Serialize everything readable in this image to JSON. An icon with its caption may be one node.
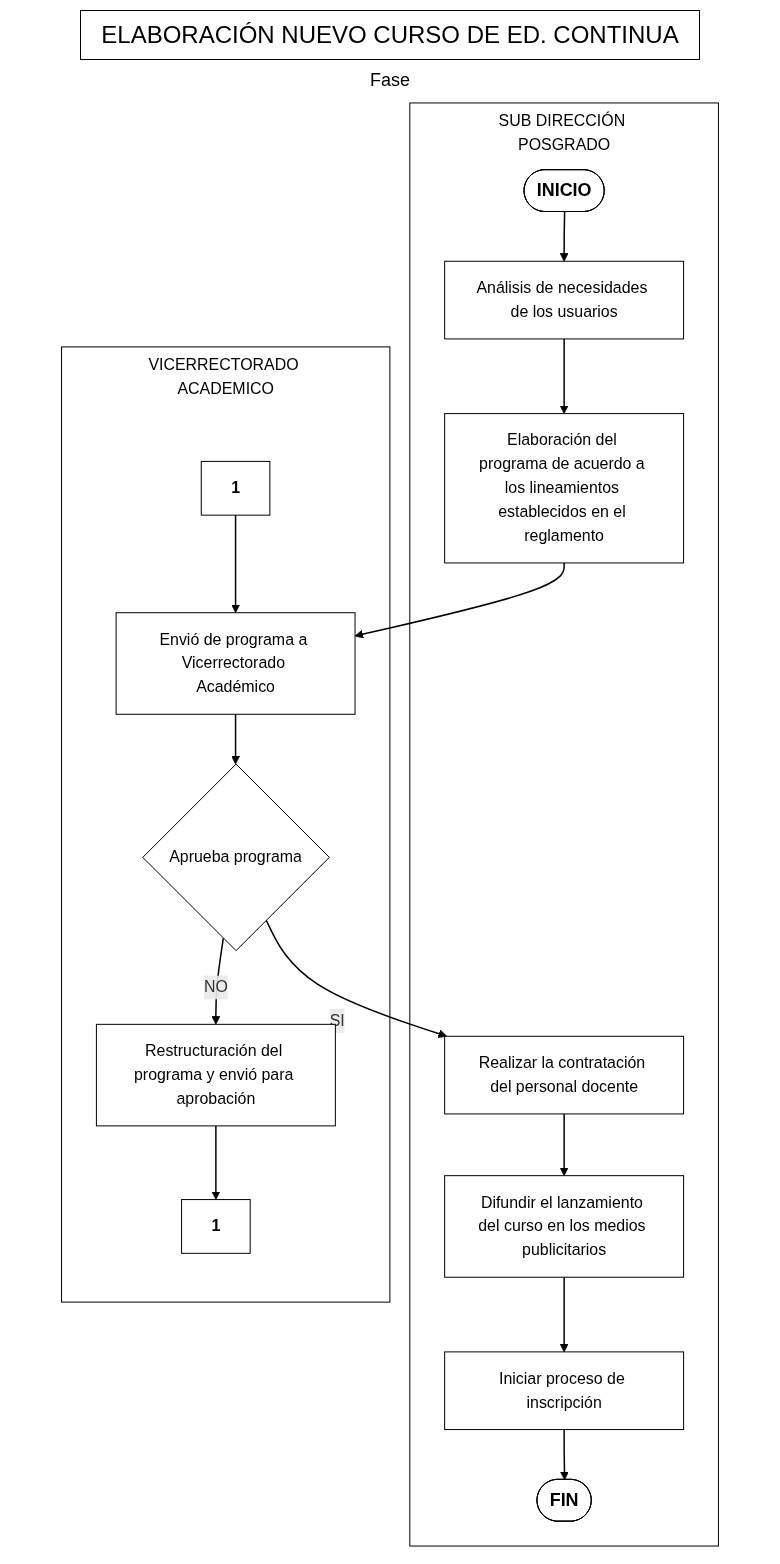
{
  "diagram": {
    "title": "ELABORACIÓN  NUEVO CURSO DE ED. CONTINUA",
    "nodes": [
      {
        "text": [
          "SUB DIRECCIÓN POSGRADO"
        ]
      },
      {
        "text": [
          "INICIO"
        ],
        "in": 0
      },
      {
        "text": [
          "Análisis de necesidades de los usuarios"
        ],
        "in": 0
      },
      {
        "text": [
          "Elaboración del programa de acuerdo a los lineamientos establecidos en el reglamento"
        ],
        "in": 0
      },
      {
        "text": [
          "Realizar la contratación del personal docente"
        ],
        "in": 0
      },
      {
        "text": [
          "Difundir el lanzamiento del curso en los medios publicitarios"
        ],
        "in": 0
      },
      {
        "text": [
          "Iniciar proceso de inscripción"
        ],
        "in": 0
      },
      {
        "text": [
          "FIN"
        ],
        "in": 0
      },
      {
        "text": [
          "VICERRECTORADO ACADEMICO"
        ]
      },
      {
        "text": [
          "1"
        ],
        "in": 8
      },
      {
        "text": [
          "Envió de programa a Vicerrectorado Académico"
        ],
        "in": 8
      },
      {
        "text": [
          "Aprueba programa"
        ],
        "in": 8
      },
      {
        "text": [
          "Restructuración del programa y envió para aprobación"
        ],
        "in": 8
      },
      {
        "text": [
          "1"
        ],
        "in": 8
      }
    ],
    "edges": [
      {
        "from": 1,
        "to": 2,
        "arrow": "to"
      },
      {
        "from": 2,
        "to": 3,
        "arrow": "to"
      },
      {
        "from": 3,
        "to": 10,
        "arrow": "to"
      },
      {
        "from": 9,
        "to": 10,
        "arrow": "to"
      },
      {
        "from": 10,
        "to": 11,
        "arrow": "to"
      },
      {
        "from": 11,
        "to": 4,
        "label": "SI",
        "arrow": "to"
      },
      {
        "from": 11,
        "to": 12,
        "label": "NO",
        "arrow": "to"
      },
      {
        "from": 4,
        "to": 5,
        "arrow": "to"
      },
      {
        "from": 5,
        "to": 6,
        "arrow": "to"
      },
      {
        "from": 6,
        "to": 7,
        "arrow": "to"
      },
      {
        "from": 12,
        "to": 13,
        "arrow": "to"
      }
    ],
    "labels": [
      "Fase"
    ]
  }
}
